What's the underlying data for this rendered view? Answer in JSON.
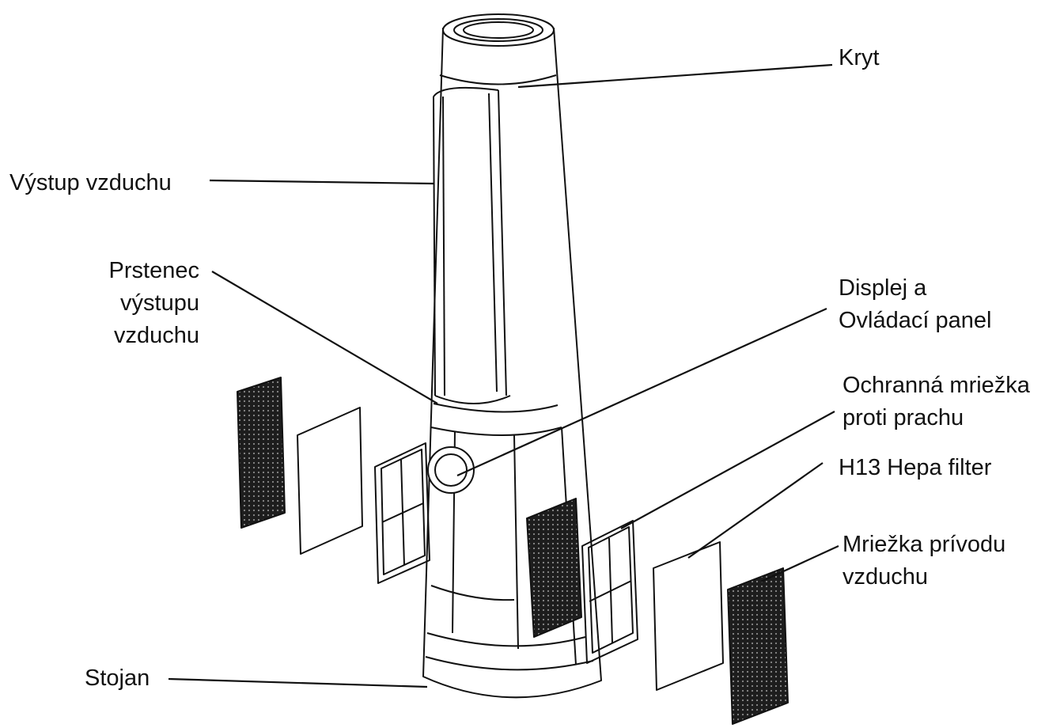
{
  "labels": {
    "kryt": "Kryt",
    "vystup": "Výstup vzduchu",
    "prstenec": [
      "Prstenec",
      "výstupu",
      "vzduchu"
    ],
    "displej": [
      "Displej a",
      "Ovládací panel"
    ],
    "mriezka_prach": [
      "Ochranná mriežka",
      "proti prachu"
    ],
    "hepa": "H13 Hepa filter",
    "mriezka_privod": [
      "Mriežka prívodu",
      "vzduchu"
    ],
    "stojan": "Stojan"
  },
  "colors": {
    "line": "#111111",
    "grille": "#1d1d1d",
    "background": "#ffffff"
  }
}
